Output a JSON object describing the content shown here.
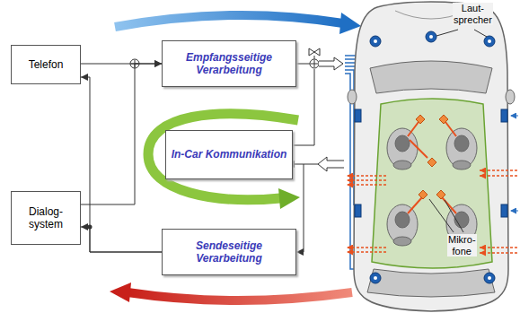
{
  "diagram": {
    "nodes": [
      {
        "text": [
          "Telefon"
        ]
      },
      {
        "text": [
          "Dialog- system"
        ]
      },
      {
        "text": [
          "Empfangsseitige Verarbeitung"
        ]
      },
      {
        "text": [
          "In-Car Kommunikation"
        ]
      },
      {
        "text": [
          "Sendeseitige Verarbeitung"
        ]
      }
    ],
    "edges": [
      {
        "from": 0,
        "to": 2,
        "arrow": "to"
      },
      {
        "from": 1,
        "to": 2,
        "arrow": "to"
      },
      {
        "from": 4,
        "to": 0,
        "arrow": "to"
      },
      {
        "from": 4,
        "to": 1,
        "arrow": "to"
      }
    ],
    "labels": [
      "Laut- sprecher",
      "Mikro- fone"
    ]
  }
}
